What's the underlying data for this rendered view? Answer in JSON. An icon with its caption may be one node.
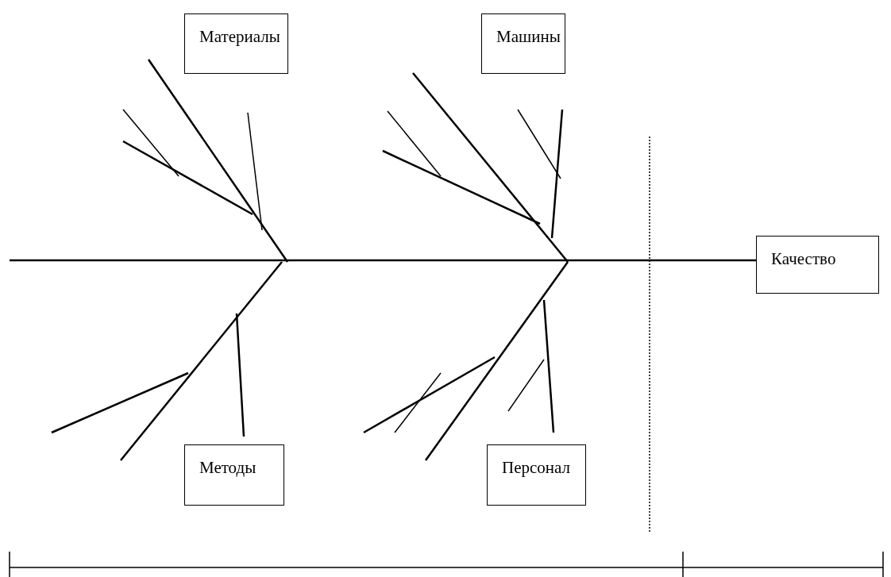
{
  "diagram": {
    "nodes": [
      {
        "text": [
          "Материалы"
        ]
      },
      {
        "text": [
          "Машины"
        ]
      },
      {
        "text": [
          "Качество"
        ]
      },
      {
        "text": [
          "Методы"
        ]
      },
      {
        "text": [
          "Персонал"
        ]
      }
    ],
    "edges": [
      {
        "from": null,
        "to": 2,
        "arrow": "none"
      }
    ]
  }
}
